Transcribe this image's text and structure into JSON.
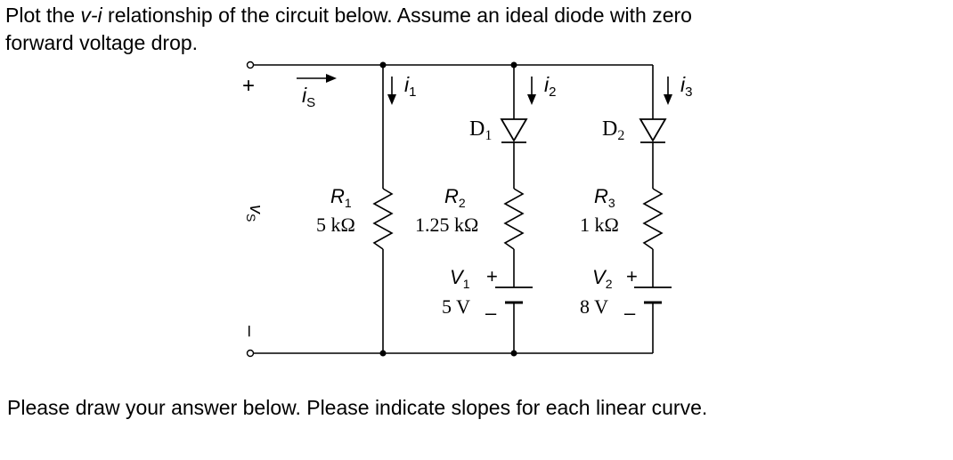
{
  "problem": {
    "part1": "Plot the ",
    "vi": "v-i",
    "part2": " relationship of the circuit below. Assume an ideal diode with zero",
    "line2": "forward voltage drop."
  },
  "footer": "Please draw your answer below. Please indicate slopes for each linear curve.",
  "circuit": {
    "terminal_plus": "+",
    "terminal_minus": "–",
    "source": {
      "symbol": "v",
      "sub": "S"
    },
    "currents": {
      "is": {
        "symbol": "i",
        "sub": "S"
      },
      "i1": {
        "symbol": "i",
        "sub": "1"
      },
      "i2": {
        "symbol": "i",
        "sub": "2"
      },
      "i3": {
        "symbol": "i",
        "sub": "3"
      }
    },
    "diodes": {
      "d1": {
        "symbol": "D",
        "sub": "1"
      },
      "d2": {
        "symbol": "D",
        "sub": "2"
      }
    },
    "resistors": {
      "r1": {
        "symbol": "R",
        "sub": "1",
        "value": "5 kΩ"
      },
      "r2": {
        "symbol": "R",
        "sub": "2",
        "value": "1.25 kΩ"
      },
      "r3": {
        "symbol": "R",
        "sub": "3",
        "value": "1 kΩ"
      }
    },
    "batteries": {
      "v1": {
        "symbol": "V",
        "sub": "1",
        "value": "5 V",
        "plus": "+",
        "minus": "–"
      },
      "v2": {
        "symbol": "V",
        "sub": "2",
        "value": "8 V",
        "plus": "+",
        "minus": "–"
      }
    }
  }
}
